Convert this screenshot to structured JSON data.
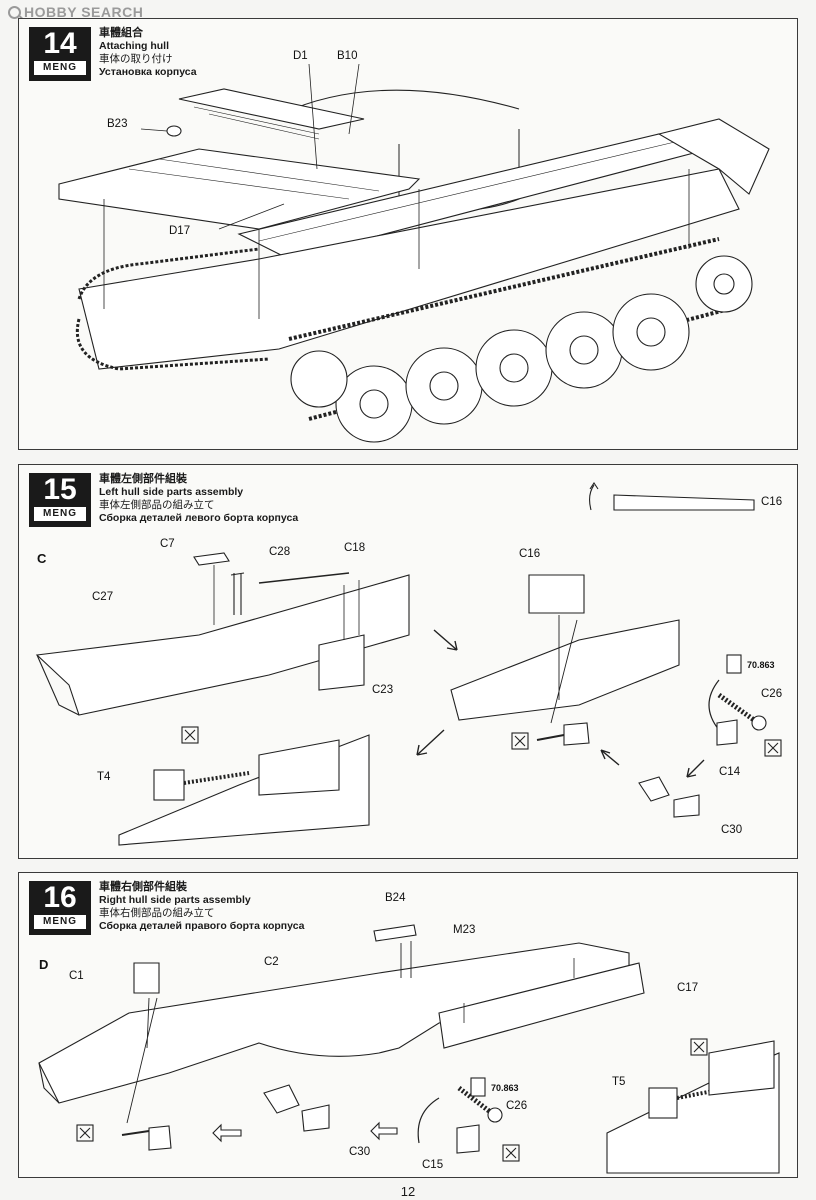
{
  "watermark": {
    "text": "HOBBY SEARCH"
  },
  "page_number": "12",
  "brand": "MENG",
  "steps": [
    {
      "number": "14",
      "title_zh": "車體組合",
      "title_en": "Attaching hull",
      "title_ja": "車体の取り付け",
      "title_ru": "Установка корпуса",
      "labels": {
        "d1": "D1",
        "b10": "B10",
        "b23": "B23",
        "d17": "D17"
      }
    },
    {
      "number": "15",
      "title_zh": "車體左側部件組裝",
      "title_en": "Left hull side parts assembly",
      "title_ja": "車体左側部品の組み立て",
      "title_ru": "Сборка деталей левого борта корпуса",
      "section": "C",
      "labels": {
        "c7": "C7",
        "c28": "C28",
        "c18": "C18",
        "c27": "C27",
        "c23": "C23",
        "c16a": "C16",
        "c16b": "C16",
        "c26": "C26",
        "c14": "C14",
        "c30": "C30",
        "t4": "T4"
      },
      "paint_code": "70.863"
    },
    {
      "number": "16",
      "title_zh": "車體右側部件組裝",
      "title_en": "Right hull side parts assembly",
      "title_ja": "車体右側部品の組み立て",
      "title_ru": "Сборка деталей правого борта корпуса",
      "section": "D",
      "labels": {
        "b24": "B24",
        "m23": "M23",
        "c1": "C1",
        "c2": "C2",
        "c17": "C17",
        "c26": "C26",
        "c30": "C30",
        "c15": "C15",
        "t5": "T5"
      },
      "paint_code": "70.863"
    }
  ]
}
